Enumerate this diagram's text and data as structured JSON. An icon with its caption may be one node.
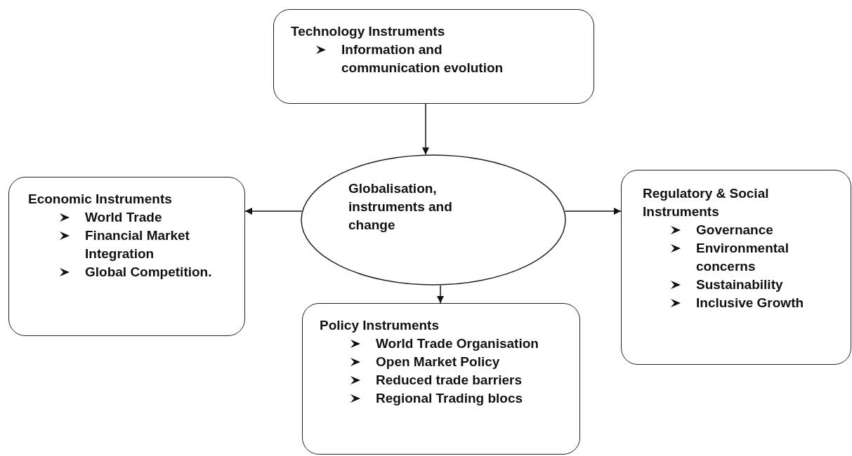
{
  "diagram": {
    "nodes": [
      {
        "text": [
          "Technology Instruments",
          "Information and communication evolution"
        ]
      },
      {
        "text": [
          "Globalisation, instruments and change"
        ]
      },
      {
        "text": [
          "Economic Instruments",
          "World Trade",
          "Financial Market Integration",
          "Global Competition."
        ]
      },
      {
        "text": [
          "Regulatory & Social Instruments",
          "Governance",
          "Environmental concerns",
          "Sustainability",
          "Inclusive Growth"
        ]
      },
      {
        "text": [
          "Policy Instruments",
          "World Trade Organisation",
          "Open Market Policy",
          "Reduced trade barriers",
          "Regional Trading blocs"
        ]
      }
    ],
    "edges": [
      {
        "from": 0,
        "to": 1,
        "arrow": "to"
      },
      {
        "from": 1,
        "to": 2,
        "arrow": "to"
      },
      {
        "from": 1,
        "to": 3,
        "arrow": "to"
      },
      {
        "from": 1,
        "to": 4,
        "arrow": "to"
      }
    ]
  }
}
